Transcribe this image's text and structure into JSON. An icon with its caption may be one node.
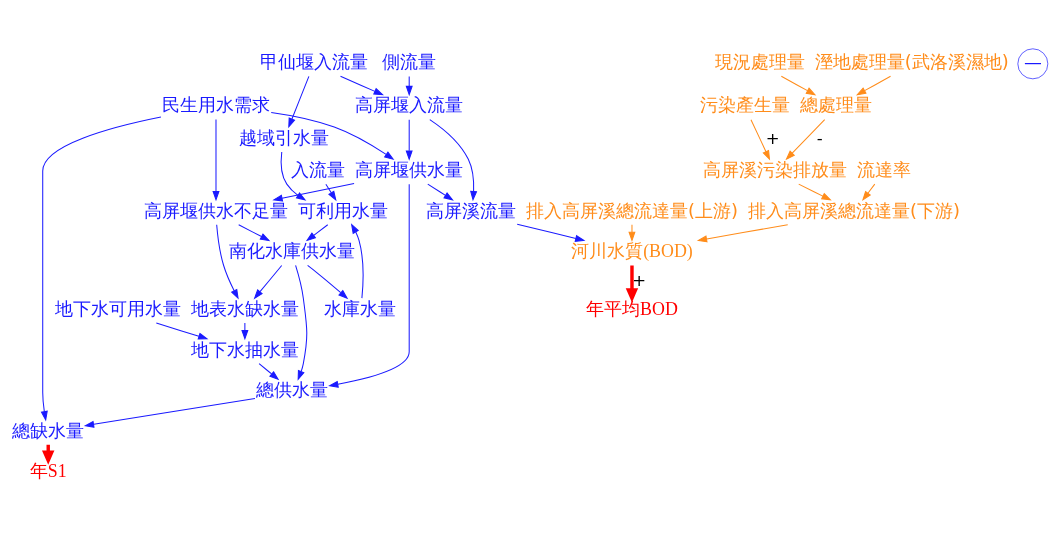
{
  "diagram": {
    "nodes": [
      {
        "text": [
          "甲仙堰入流量"
        ]
      },
      {
        "text": [
          "越域引水量"
        ]
      },
      {
        "text": [
          "入流量"
        ]
      },
      {
        "text": [
          "水庫水量"
        ]
      },
      {
        "text": [
          "可利用水量"
        ]
      },
      {
        "text": [
          "側流量"
        ]
      },
      {
        "text": [
          "高屏堰入流量"
        ]
      },
      {
        "text": [
          "南化水庫供水量"
        ]
      },
      {
        "text": [
          "高屏堰供水量"
        ]
      },
      {
        "text": [
          "地表水缺水量"
        ]
      },
      {
        "text": [
          "高屏堰供水不足量"
        ]
      },
      {
        "text": [
          "高屏溪流量"
        ]
      },
      {
        "text": [
          "民生用水需求"
        ]
      },
      {
        "text": [
          "總缺水量"
        ]
      },
      {
        "text": [
          "年S1"
        ]
      },
      {
        "text": [
          "地下水抽水量"
        ]
      },
      {
        "text": [
          "總供水量"
        ]
      },
      {
        "text": [
          "地下水可用水量"
        ]
      },
      {
        "text": [
          "排入高屏溪總流達量(上游)"
        ]
      },
      {
        "text": [
          "排入高屏溪總流達量(下游)"
        ]
      },
      {
        "text": [
          "高屏溪污染排放量"
        ]
      },
      {
        "text": [
          "流達率"
        ]
      },
      {
        "text": [
          "污染產生量"
        ]
      },
      {
        "text": [
          "河川水質(BOD)"
        ]
      },
      {
        "text": [
          "總處理量"
        ]
      },
      {
        "text": [
          "年平均BOD"
        ]
      },
      {
        "text": [
          "溼地處理量(武洛溪濕地)"
        ]
      },
      {
        "text": [
          "現況處理量"
        ]
      }
    ],
    "edges": [
      {
        "from": 0,
        "to": 1,
        "arrow": "to"
      },
      {
        "from": 0,
        "to": 6,
        "arrow": "to"
      },
      {
        "from": 1,
        "to": 4,
        "arrow": "to"
      },
      {
        "from": 2,
        "to": 4,
        "arrow": "to"
      },
      {
        "from": 3,
        "to": 4,
        "arrow": "to"
      },
      {
        "from": 4,
        "to": 7,
        "arrow": "to"
      },
      {
        "from": 7,
        "to": 3,
        "arrow": "to"
      },
      {
        "from": 5,
        "to": 6,
        "arrow": "to"
      },
      {
        "from": 6,
        "to": 8,
        "arrow": "to"
      },
      {
        "from": 6,
        "to": 11,
        "arrow": "to"
      },
      {
        "from": 8,
        "to": 11,
        "arrow": "to"
      },
      {
        "from": 8,
        "to": 10,
        "arrow": "to"
      },
      {
        "from": 8,
        "to": 16,
        "arrow": "to"
      },
      {
        "from": 7,
        "to": 9,
        "arrow": "to"
      },
      {
        "from": 7,
        "to": 16,
        "arrow": "to"
      },
      {
        "from": 10,
        "to": 9,
        "arrow": "to"
      },
      {
        "from": 10,
        "to": 7,
        "arrow": "to"
      },
      {
        "from": 12,
        "to": 10,
        "arrow": "to"
      },
      {
        "from": 12,
        "to": 8,
        "arrow": "to"
      },
      {
        "from": 12,
        "to": 13,
        "arrow": "to"
      },
      {
        "from": 16,
        "to": 13,
        "arrow": "to"
      },
      {
        "from": 13,
        "to": 14,
        "arrow": "to",
        "style": "thick",
        "color": "#ff0000"
      },
      {
        "from": 9,
        "to": 15,
        "arrow": "to"
      },
      {
        "from": 17,
        "to": 15,
        "arrow": "to"
      },
      {
        "from": 15,
        "to": 16,
        "arrow": "to"
      },
      {
        "from": 11,
        "to": 23,
        "arrow": "to"
      },
      {
        "from": 18,
        "to": 23,
        "arrow": "to",
        "color": "#ff8c1a"
      },
      {
        "from": 19,
        "to": 23,
        "arrow": "to",
        "color": "#ff8c1a"
      },
      {
        "from": 21,
        "to": 19,
        "arrow": "to",
        "color": "#ff8c1a"
      },
      {
        "from": 20,
        "to": 19,
        "arrow": "to",
        "color": "#ff8c1a"
      },
      {
        "from": 22,
        "to": 20,
        "arrow": "to",
        "color": "#ff8c1a",
        "label": "+"
      },
      {
        "from": 24,
        "to": 20,
        "arrow": "to",
        "color": "#ff8c1a",
        "label": "-"
      },
      {
        "from": 26,
        "to": 24,
        "arrow": "to",
        "color": "#ff8c1a"
      },
      {
        "from": 27,
        "to": 24,
        "arrow": "to",
        "color": "#ff8c1a"
      },
      {
        "from": 23,
        "to": 25,
        "arrow": "to",
        "style": "thick",
        "color": "#ff0000",
        "label": "+"
      }
    ],
    "labels": [
      "—"
    ]
  }
}
